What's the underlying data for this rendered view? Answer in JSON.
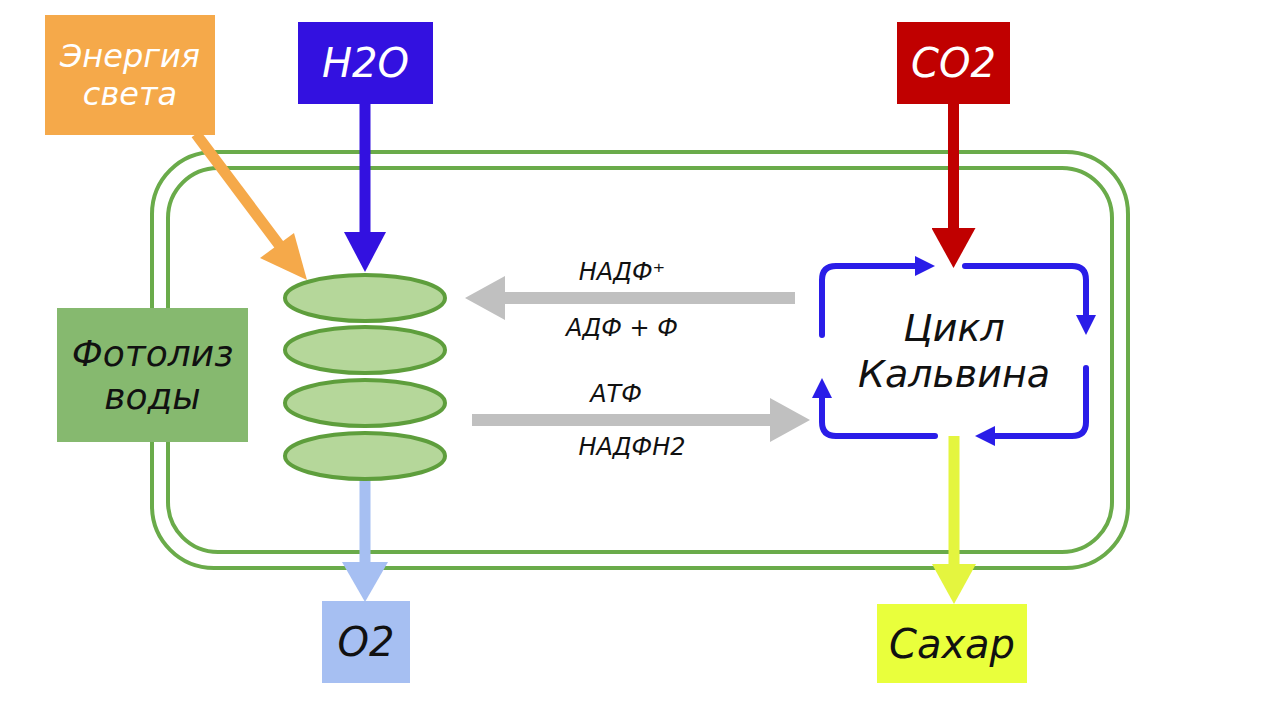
{
  "diagram": {
    "nodes": [
      {
        "text": [
          "Энергия света"
        ]
      },
      {
        "text": [
          "H2O"
        ]
      },
      {
        "text": [
          "CO2"
        ]
      },
      {
        "text": [
          "Фотолиз воды"
        ]
      },
      {
        "text": [
          "Цикл Кальвина"
        ]
      },
      {
        "text": [
          "O2"
        ]
      },
      {
        "text": [
          "Сахар"
        ]
      }
    ],
    "edges": [
      {
        "from": 2,
        "to": 4,
        "arrow": "to"
      },
      {
        "from": 4,
        "to": 6,
        "arrow": "to"
      }
    ],
    "labels": [
      "НАДФ⁺",
      "АДФ + Ф",
      "АТФ",
      "НАДФН2"
    ]
  }
}
